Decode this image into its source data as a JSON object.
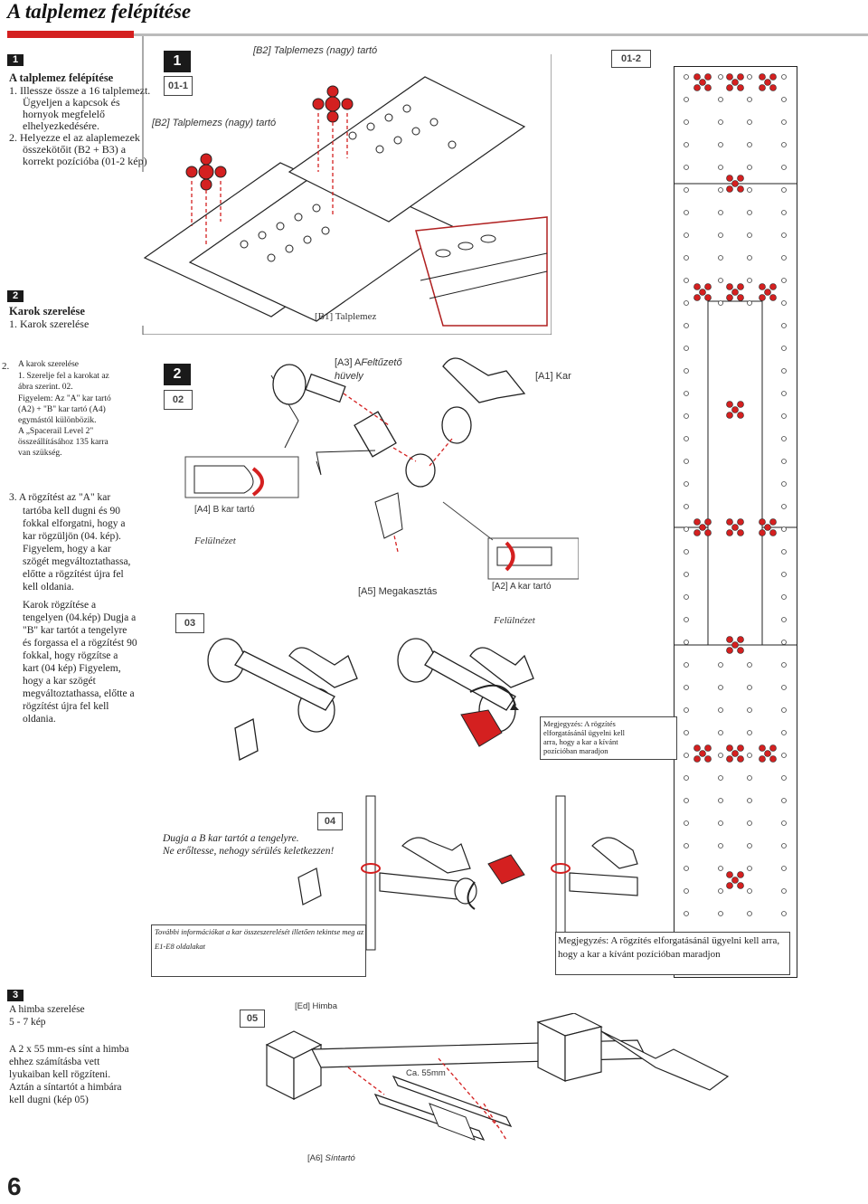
{
  "page": {
    "title": "A talplemez felépítése",
    "page_number": "6"
  },
  "section1": {
    "badge": "1",
    "heading": "A talplemez felépítése",
    "items": [
      "1.  Illessze össze a 16 talplemezt.",
      "Ügyeljen a kapcsok és",
      "hornyok megfelelő",
      "elhelyezkedésére.",
      "2.  Helyezze el az alaplemezek",
      "összekötőit (B2 + B3) a",
      "korrekt pozícióba (01-2 kép)"
    ],
    "step_badge": "1",
    "step_box": "01-1",
    "box_01_2": "01-2",
    "label_b2_top": "[B2] Talplemezs (nagy) tartó",
    "label_b2_left": "[B2] Talplemezs (nagy) tartó",
    "label_b1": "[B1] Talplemez"
  },
  "section2": {
    "badge": "2",
    "heading": "Karok szerelése",
    "sub": "1.  Karok szerelése",
    "text2": [
      "2.",
      "A karok szerelése",
      "1. Szerelje fel a karokat az",
      "ábra szerint. 02.",
      "Figyelem: Az \"A\" kar tartó",
      "(A2) + \"B\" kar tartó (A4)",
      "egymástól különbözik.",
      "A „Spacerail Level 2\"",
      "összeállításához 135 karra",
      "van szükség."
    ],
    "step_badge": "2",
    "step_box": "02",
    "label_a3_line1": "[A3] A",
    "label_a3_italic": "Feltűzető",
    "label_a3_line2": "hüvely",
    "label_a1": "[A1] Kar",
    "label_a4": "[A4] B kar tartó",
    "label_felulnezet1": "Felülnézet",
    "label_a5": "[A5] Megakasztás",
    "label_a2": "[A2] A kar tartó",
    "label_felulnezet2": "Felülnézet",
    "step3_box": "03",
    "text3": [
      "3.  A rögzítést az \"A\" kar",
      "tartóba kell dugni és 90",
      "fokkal elforgatni, hogy a",
      "kar rögzüljön (04. kép).",
      "Figyelem, hogy a kar",
      "szögét megváltoztathassa,",
      "előtte a rögzítést újra fel",
      "kell oldania."
    ],
    "text4": [
      "Karok rögzítése a",
      "tengelyen (04.kép) Dugja a",
      "\"B\" kar tartót a tengelyre",
      "és forgassa el a rögzítést 90",
      "fokkal, hogy rögzítse a",
      "kart (04 kép) Figyelem,",
      "hogy a kar szögét",
      "megváltoztathassa, előtte a",
      "rögzítést újra fel kell",
      "oldania."
    ],
    "note_small": [
      "Megjegyzés: A rögzítés",
      "elforgatásánál ügyelni kell",
      "arra, hogy a kar a kívánt",
      "pozícióban maradjon"
    ],
    "step4_box": "04",
    "caption4_line1": "Dugja a B kar tartót a tengelyre.",
    "caption4_line2": "Ne erőltesse, nehogy sérülés keletkezzen!",
    "info_line1": "További információkat a kar összeszerelését illetően tekintse meg az",
    "info_line2": "E1-E8 oldalakat",
    "note_big_line1": "Megjegyzés: A rögzítés elforgatásánál ügyelni kell arra,",
    "note_big_line2": "hogy a kar a kívánt pozícióban maradjon"
  },
  "section3": {
    "badge": "3",
    "heading": "A himba szerelése",
    "sub": "5 - 7 kép",
    "text": [
      "A 2 x 55 mm-es sínt a himba",
      "ehhez számításba vett",
      "lyukaiban kell rögzíteni.",
      "Aztán a síntartót a himbára",
      "kell dugni (kép 05)"
    ],
    "step_box": "05",
    "label_e1": "[Ed] Himba",
    "label_ca": "Ca. 55mm",
    "label_a6_prefix": "[A6] ",
    "label_a6_italic": "Síntartó"
  },
  "colors": {
    "accent_red": "#d42020",
    "badge_black": "#1a1a1a"
  }
}
